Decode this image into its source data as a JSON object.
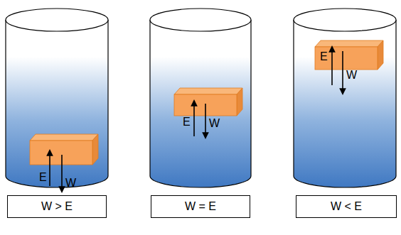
{
  "diagram": {
    "nodes": [
      {
        "text": [
          "W > E"
        ]
      },
      {
        "text": [
          "W = E"
        ]
      },
      {
        "text": [
          "W < E"
        ]
      }
    ],
    "labels": [
      "E",
      "W",
      "E",
      "W",
      "E",
      "W"
    ]
  }
}
